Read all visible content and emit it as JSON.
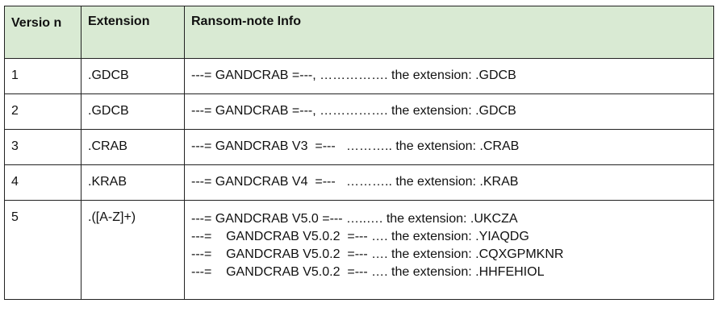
{
  "headers": {
    "version": "Versio n",
    "extension": "Extension",
    "ransom_note": "Ransom-note Info"
  },
  "rows": [
    {
      "version": "1",
      "extension": ".GDCB",
      "note_lines": [
        "---= GANDCRAB =---, ……………. the extension: .GDCB"
      ]
    },
    {
      "version": "2",
      "extension": ".GDCB",
      "note_lines": [
        "---= GANDCRAB =---, ……………. the extension: .GDCB"
      ]
    },
    {
      "version": "3",
      "extension": ".CRAB",
      "note_lines": [
        "---= GANDCRAB V3  =---   ……….. the extension: .CRAB"
      ]
    },
    {
      "version": "4",
      "extension": ".KRAB",
      "note_lines": [
        "---= GANDCRAB V4  =---   ……….. the extension: .KRAB"
      ]
    },
    {
      "version": "5",
      "extension": ".([A-Z]+)",
      "note_lines": [
        "---= GANDCRAB V5.0 =--- …..…. the extension: .UKCZA",
        "---=    GANDCRAB V5.0.2  =--- …. the extension: .YIAQDG",
        "---=    GANDCRAB V5.0.2  =--- …. the extension: .CQXGPMKNR",
        "---=    GANDCRAB V5.0.2  =--- …. the extension: .HHFEHIOL"
      ]
    }
  ]
}
